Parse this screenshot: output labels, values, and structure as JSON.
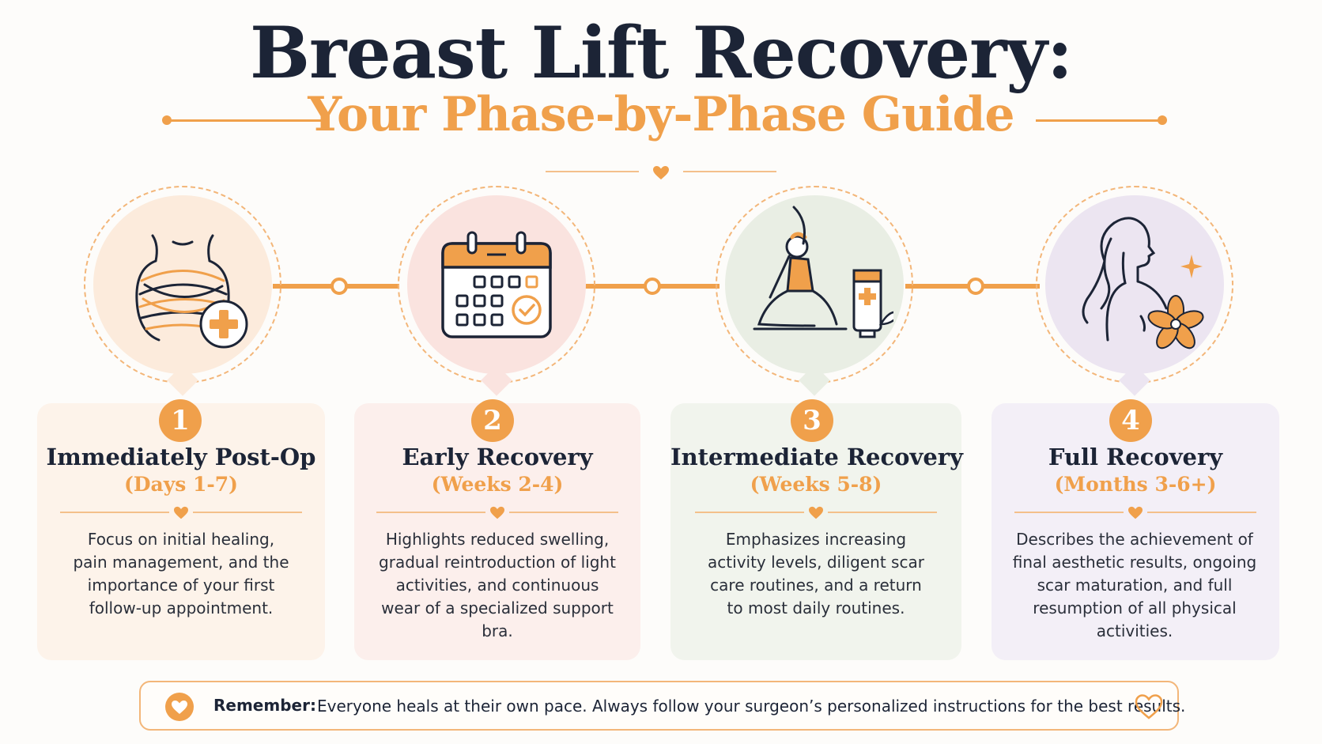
{
  "header": {
    "title": "Breast Lift Recovery:",
    "subtitle": "Your Phase-by-Phase Guide"
  },
  "phases": [
    {
      "number": "1",
      "title": "Immediately Post-Op",
      "period": "(Days 1-7)",
      "description": "Focus on initial healing, pain management, and the importance of your first follow-up appointment.",
      "icon": "bandaged-chest-icon",
      "tint": "#fcebdc",
      "card_bg": "#fdf3ea"
    },
    {
      "number": "2",
      "title": "Early Recovery",
      "period": "(Weeks 2-4)",
      "description": "Highlights reduced swelling, gradual reintroduction of light activities, and continuous wear of a specialized support bra.",
      "icon": "calendar-check-icon",
      "tint": "#fae3df",
      "card_bg": "#fcefec"
    },
    {
      "number": "3",
      "title": "Intermediate Recovery",
      "period": "(Weeks 5-8)",
      "description": "Emphasizes increasing activity levels, diligent scar care routines, and a return to most daily routines.",
      "icon": "stretching-woman-icon",
      "tint": "#e9eee4",
      "card_bg": "#f1f4ed"
    },
    {
      "number": "4",
      "title": "Full Recovery",
      "period": "(Months 3-6+)",
      "description": "Describes the achievement of final aesthetic results, ongoing scar maturation, and full resumption of all physical activities.",
      "icon": "woman-profile-flower-icon",
      "tint": "#ece5f1",
      "card_bg": "#f3eff7"
    }
  ],
  "footer": {
    "label": "Remember:",
    "text": "Everyone heals at their own pace. Always follow your surgeon’s personalized instructions for the best results."
  },
  "colors": {
    "accent": "#f0a04b",
    "navy": "#1c2436"
  }
}
